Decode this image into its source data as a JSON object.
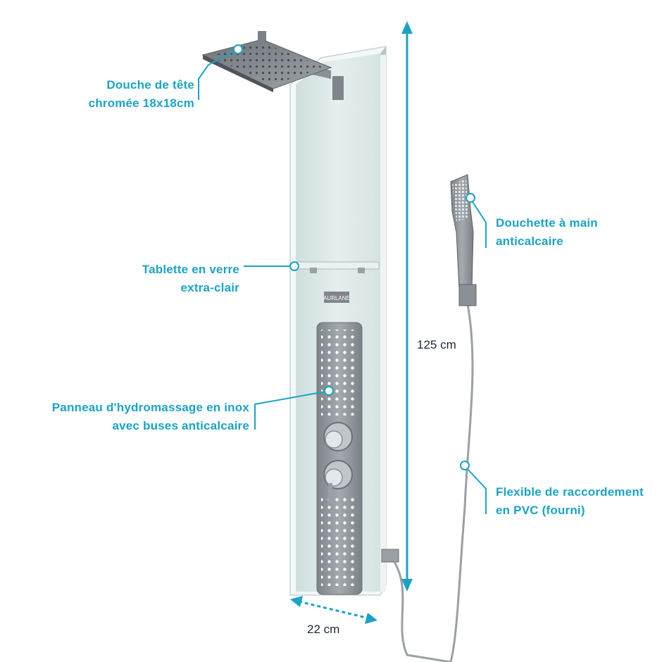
{
  "colors": {
    "accent": "#1ba3c6",
    "text": "#1ba3c6",
    "dim_text": "#1a2a36",
    "panel_glass": "#dfeceb",
    "steel": "#8e9498"
  },
  "annotations": {
    "head_shower": {
      "line1": "Douche de tête",
      "line2": "chromée 18x18cm"
    },
    "shelf": {
      "line1": "Tablette en verre",
      "line2": "extra-clair"
    },
    "hydromassage": {
      "line1": "Panneau d'hydromassage en inox",
      "line2": "avec buses anticalcaire"
    },
    "hand_shower": {
      "line1": "Douchette à main",
      "line2": "anticalcaire"
    },
    "hose": {
      "line1": "Flexible de raccordement",
      "line2": "en PVC (fourni)"
    }
  },
  "dimensions": {
    "height": "125 cm",
    "width": "22 cm"
  },
  "brand_badge": "AURLANE"
}
